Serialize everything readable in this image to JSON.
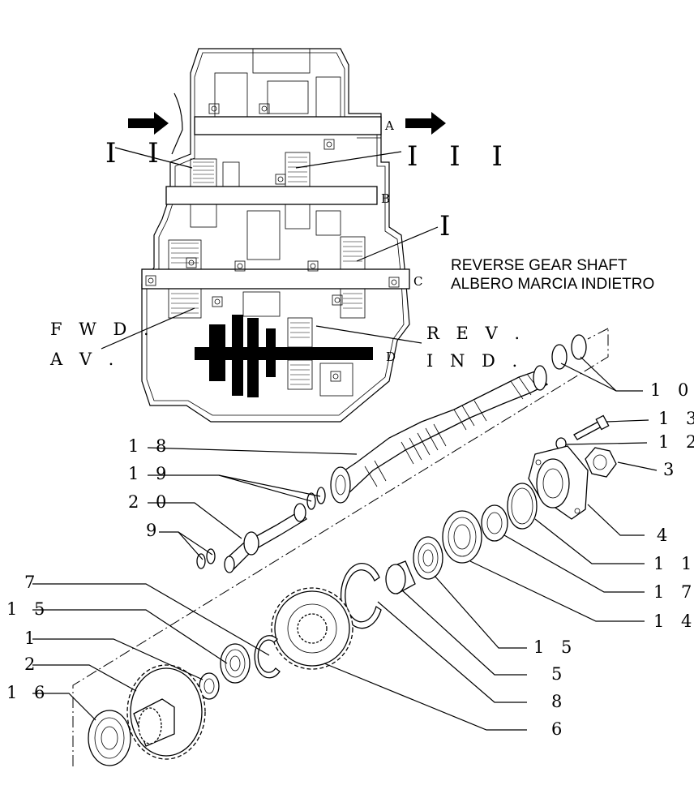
{
  "title_lines": [
    "REVERSE GEAR SHAFT",
    "ALBERO MARCIA INDIETRO"
  ],
  "shaft_letters": [
    "A",
    "B",
    "C",
    "D"
  ],
  "section_labels": {
    "gear_two": "I I",
    "gear_three": "I I I",
    "gear_one": "I",
    "forward": [
      "F W D .",
      "A V ."
    ],
    "reverse": [
      "R E V .",
      "I N D ."
    ]
  },
  "part_numbers": {
    "p1": "1",
    "p2": "2",
    "p3": "3",
    "p4": "4",
    "p5": "5",
    "p6": "6",
    "p7": "7",
    "p8": "8",
    "p9": "9",
    "p10": "1 0",
    "p11": "1 1",
    "p12": "1 2",
    "p13": "1 3",
    "p14": "1 4",
    "p15a": "1 5",
    "p15b": "1 5",
    "p16": "1 6",
    "p17": "1 7",
    "p18": "1 8",
    "p19": "1 9",
    "p20": "2 0"
  }
}
